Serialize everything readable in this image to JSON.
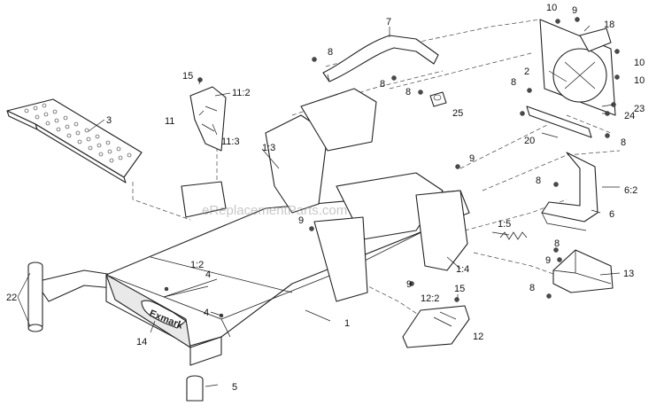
{
  "watermark": "eReplacementParts.com",
  "brand_plate_text": "Exmark",
  "callouts": {
    "c1": "1",
    "c1_2": "1:2",
    "c1_3": "1:3",
    "c1_4": "1:4",
    "c1_5": "1:5",
    "c2": "2",
    "c3": "3",
    "c4a": "4",
    "c4b": "4",
    "c5": "5",
    "c6": "6",
    "c6_2": "6:2",
    "c7": "7",
    "c8a": "8",
    "c8b": "8",
    "c8c": "8",
    "c8d": "8",
    "c8e": "8",
    "c8f": "8",
    "c8g": "8",
    "c8h": "8",
    "c9a": "9",
    "c9b": "9",
    "c9c": "9",
    "c9d": "9",
    "c9e": "9",
    "c10a": "10",
    "c10b": "10",
    "c10c": "10",
    "c11": "11",
    "c11_2": "11:2",
    "c11_3": "11:3",
    "c12": "12",
    "c12_2": "12:2",
    "c13": "13",
    "c14": "14",
    "c15a": "15",
    "c15b": "15",
    "c18": "18",
    "c20": "20",
    "c22": "22",
    "c23": "23",
    "c24": "24",
    "c25": "25"
  }
}
